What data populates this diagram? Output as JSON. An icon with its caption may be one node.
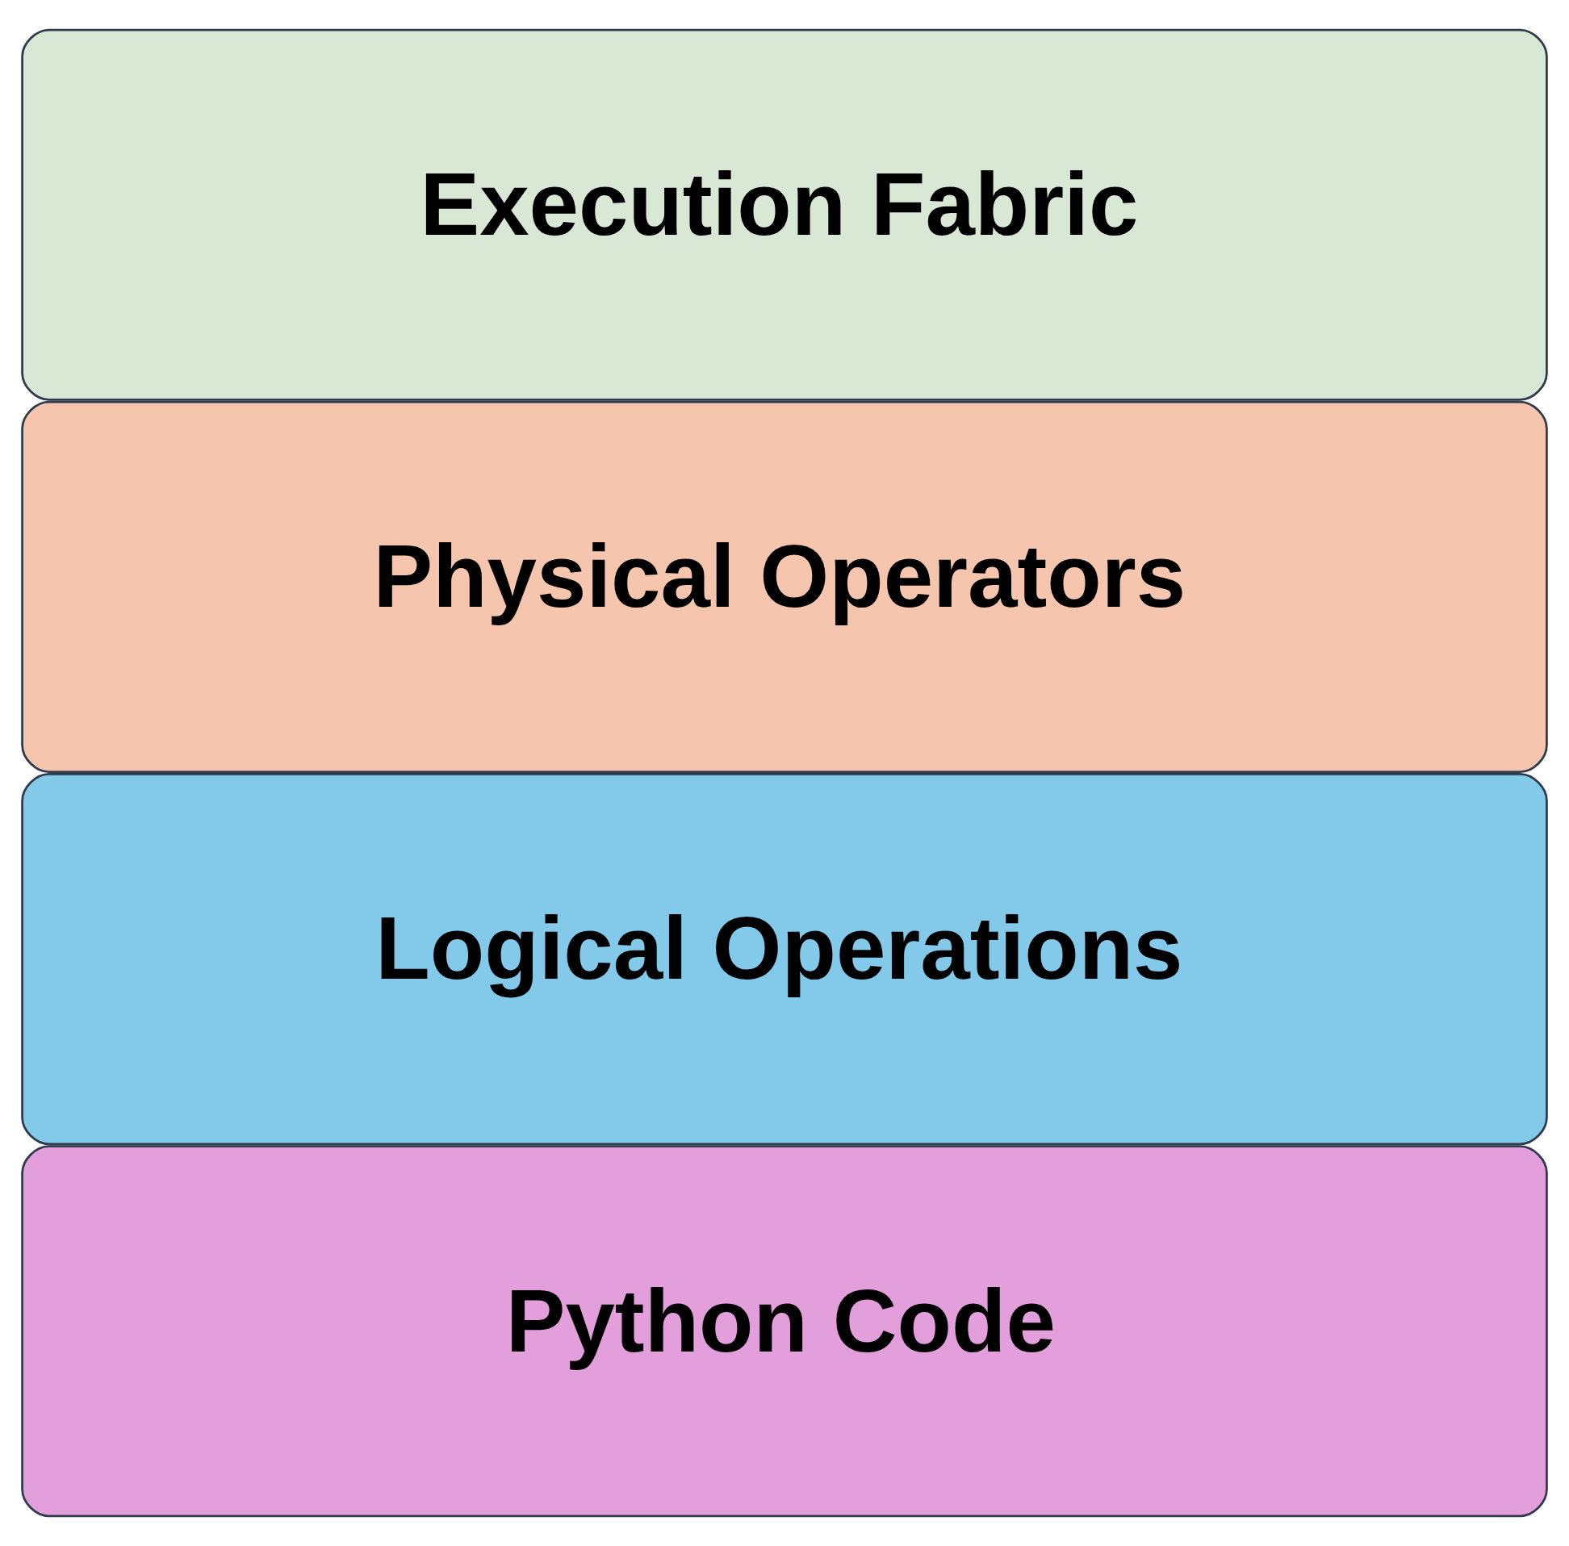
{
  "diagram": {
    "nodes": [
      {
        "text": [
          "Python Code"
        ]
      },
      {
        "text": [
          "Logical Operations"
        ]
      },
      {
        "text": [
          "Physical Operators"
        ]
      },
      {
        "text": [
          "Execution Fabric"
        ]
      }
    ]
  }
}
